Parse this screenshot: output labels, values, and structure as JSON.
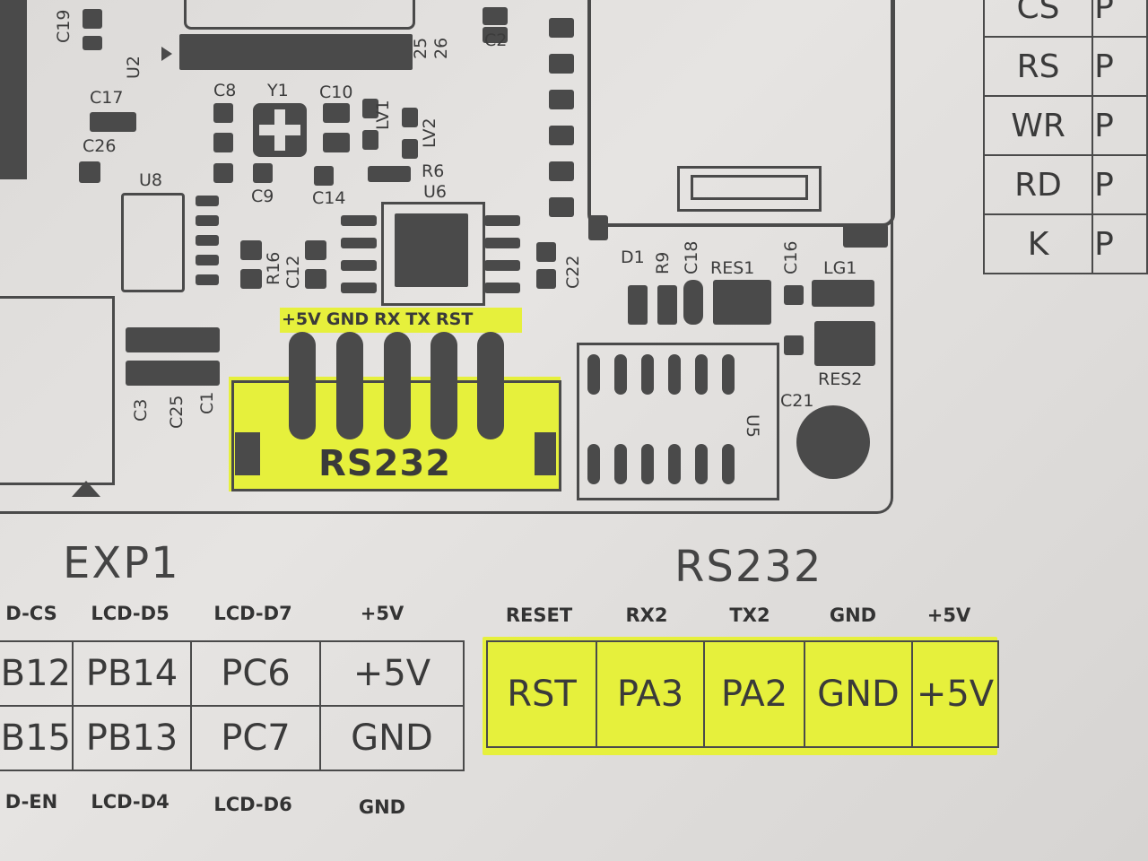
{
  "pcb": {
    "components": [
      "C19",
      "U2",
      "C2",
      "C8",
      "Y1",
      "C10",
      "LV1",
      "LV2",
      "C17",
      "C26",
      "C9",
      "C14",
      "R6",
      "U6",
      "U8",
      "R16",
      "C12",
      "C22",
      "D1",
      "R9",
      "C18",
      "RES1",
      "C16",
      "LG1",
      "C3",
      "C25",
      "C1",
      "C21",
      "U5",
      "RES2"
    ],
    "pin_numbers": [
      "25",
      "26"
    ],
    "connector_pins": [
      "+5V",
      "GND",
      "RX",
      "TX",
      "RST"
    ],
    "connector_label": "RS232"
  },
  "right_table": {
    "rows": [
      "CS",
      "RS",
      "WR",
      "RD",
      "K"
    ],
    "partial": [
      "P",
      "P",
      "P",
      "P",
      "P"
    ]
  },
  "exp1": {
    "title": "EXP1",
    "top_labels": [
      "D-CS",
      "LCD-D5",
      "LCD-D7",
      "+5V"
    ],
    "row1": [
      "B12",
      "PB14",
      "PC6",
      "+5V"
    ],
    "row2": [
      "B15",
      "PB13",
      "PC7",
      "GND"
    ],
    "bottom_labels": [
      "D-EN",
      "LCD-D4",
      "LCD-D6",
      "GND"
    ]
  },
  "rs232": {
    "title": "RS232",
    "top_labels": [
      "RESET",
      "RX2",
      "TX2",
      "GND",
      "+5V"
    ],
    "cells": [
      "RST",
      "PA3",
      "PA2",
      "GND",
      "+5V"
    ]
  },
  "colors": {
    "highlight": "#e6f03c",
    "ink": "#4a4a4a",
    "paper": "#e0dedc"
  }
}
